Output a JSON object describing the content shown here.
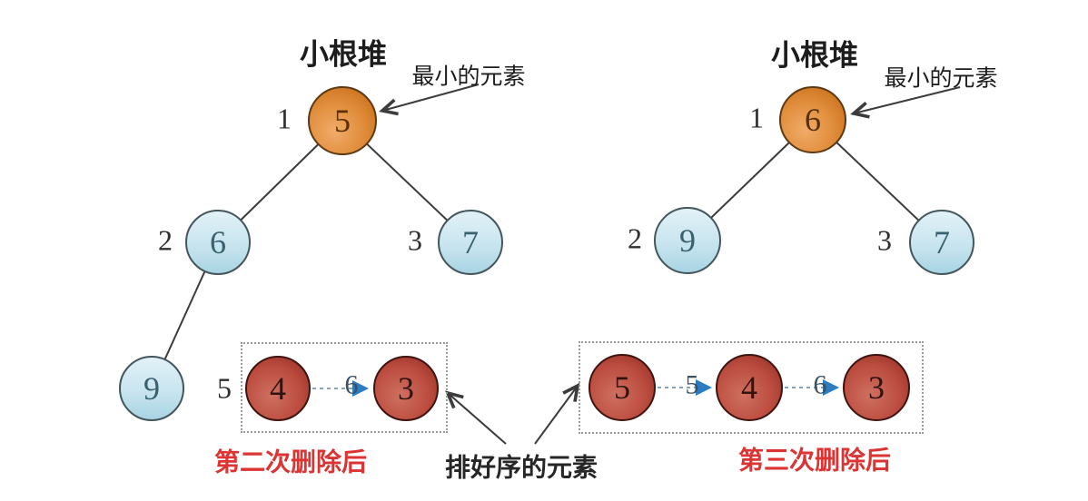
{
  "left_tree": {
    "title": "小根堆",
    "annotation": "最小的元素",
    "root_index": "1",
    "root_value": "5",
    "left_index": "2",
    "left_value": "6",
    "right_index": "3",
    "right_value": "7",
    "leaf_value": "9"
  },
  "right_tree": {
    "title": "小根堆",
    "annotation": "最小的元素",
    "root_index": "1",
    "root_value": "6",
    "left_index": "2",
    "left_value": "9",
    "right_index": "3",
    "right_value": "7"
  },
  "left_sorted": {
    "index_outside": "5",
    "node1_value": "4",
    "arrow1_label": "6",
    "node2_value": "3",
    "caption": "第二次删除后"
  },
  "right_sorted": {
    "node1_value": "5",
    "arrow1_label": "5",
    "node2_value": "4",
    "arrow2_label": "6",
    "node3_value": "3",
    "caption": "第三次删除后"
  },
  "center_annotation": "排好序的元素",
  "colors": {
    "root_node_orange": "#d97a26",
    "heap_node_blue": "#c4e1ed",
    "sorted_node_red": "#b1463a",
    "caption_red": "#dc3333",
    "arrow_blue": "#2b7cc2",
    "dashed_line": "#8aa4b4",
    "edge_black": "#3c3c3c"
  }
}
